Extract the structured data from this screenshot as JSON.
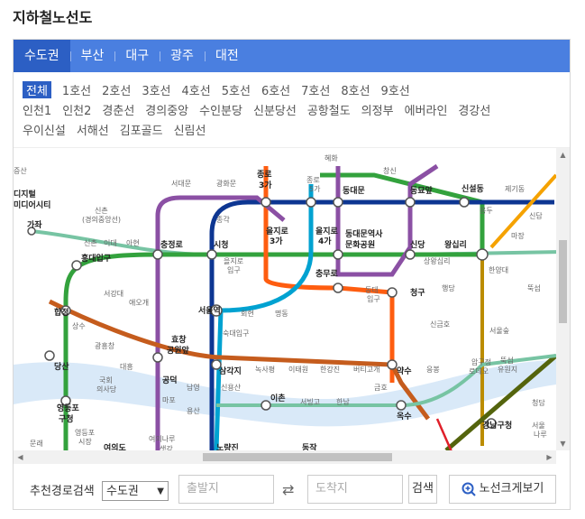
{
  "page_title": "지하철노선도",
  "region_tabs": [
    "수도권",
    "부산",
    "대구",
    "광주",
    "대전"
  ],
  "line_filters_row1": [
    "전체",
    "1호선",
    "2호선",
    "3호선",
    "4호선",
    "5호선",
    "6호선",
    "7호선",
    "8호선",
    "9호선"
  ],
  "line_filters_row2": [
    "인천1",
    "인천2",
    "경춘선",
    "경의중앙",
    "수인분당",
    "신분당선",
    "공항철도",
    "의정부",
    "에버라인",
    "경강선"
  ],
  "line_filters_row3": [
    "우이신설",
    "서해선",
    "김포골드",
    "신림선"
  ],
  "active_line_filter": "전체",
  "map": {
    "stations_major": [
      "종로3가",
      "을지로3가",
      "을지로4가",
      "동대문",
      "동대문역사문화공원",
      "동묘앞",
      "신설동",
      "충정로",
      "시청",
      "신당",
      "왕십리",
      "충무로",
      "청구",
      "서울역",
      "홍대입구",
      "합정",
      "당산",
      "효창공원앞",
      "공덕",
      "삼각지",
      "약수",
      "이촌",
      "옥수",
      "영등포구청",
      "강남구청",
      "노량진",
      "동작",
      "여의도",
      "가좌",
      "디지털미디어시티"
    ],
    "stations_minor": [
      "증산",
      "서대문",
      "광화문",
      "혜화",
      "창신",
      "제기동",
      "종각",
      "종로5가",
      "용두",
      "신답",
      "마장",
      "신촌(경의중앙선)",
      "이대",
      "아현",
      "을지로입구",
      "상왕십리",
      "한양대",
      "뚝섬",
      "신촌",
      "동대입구",
      "행당",
      "서강대",
      "애오개",
      "회현",
      "명동",
      "신금호",
      "상수",
      "숙대입구",
      "서울숲",
      "광흥창",
      "대흥",
      "녹사평",
      "이태원",
      "한강진",
      "버티고개",
      "응봉",
      "압구정로데오",
      "신용산",
      "금호",
      "서빙고",
      "한남",
      "마포",
      "남영",
      "용산",
      "국회의사당",
      "영등포시장",
      "문래",
      "여의나루",
      "샛강",
      "뚝섬유원지",
      "청담",
      "서울나루"
    ]
  },
  "search": {
    "label": "추천경로검색",
    "region_value": "수도권",
    "origin_placeholder": "출발지",
    "destination_placeholder": "도착지",
    "search_button": "검색",
    "view_map_button": "노선크게보기"
  },
  "colors": {
    "tab_bar": "#4a7fe0",
    "tab_active": "#2c5fc4",
    "line1": "#0d3692",
    "line2": "#33a23d",
    "line3": "#fe5d10",
    "line4": "#00a2d1",
    "line5": "#8b50a4",
    "line6": "#c55c1d",
    "line7": "#54640d",
    "line9": "#bb8c00",
    "gyeongui": "#77c4a3",
    "suin": "#f5a200",
    "airport": "#0065b3",
    "river": "#cfe3f6"
  }
}
